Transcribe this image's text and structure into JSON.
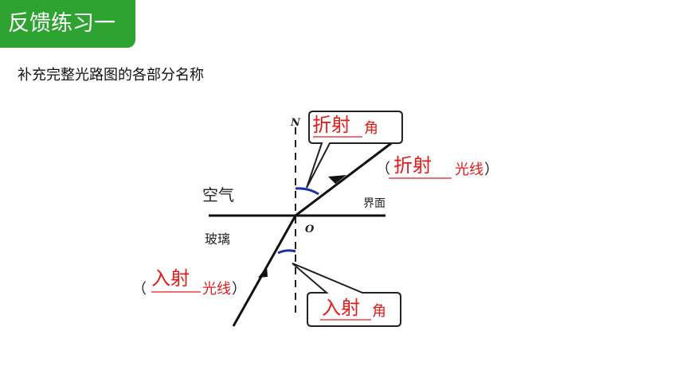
{
  "header": {
    "badge": "反馈练习一"
  },
  "instruction": "补充完整光路图的各部分名称",
  "diagram": {
    "normal_label": "N",
    "origin_label": "O",
    "medium_top": "空气",
    "medium_bottom": "玻璃",
    "interface_label": "界面",
    "refraction_angle": {
      "answer": "折射",
      "suffix": "角"
    },
    "refracted_ray": {
      "open": "（",
      "answer": "折射",
      "suffix": "光线",
      "close": "）"
    },
    "incident_ray": {
      "open": "（",
      "answer": "入射",
      "suffix": "光线",
      "close": "）"
    },
    "incidence_angle": {
      "answer": "入射",
      "suffix": "角"
    },
    "colors": {
      "answer": "#e41b1b",
      "arc": "#1a2fa8",
      "badge": "#2fa331"
    }
  }
}
